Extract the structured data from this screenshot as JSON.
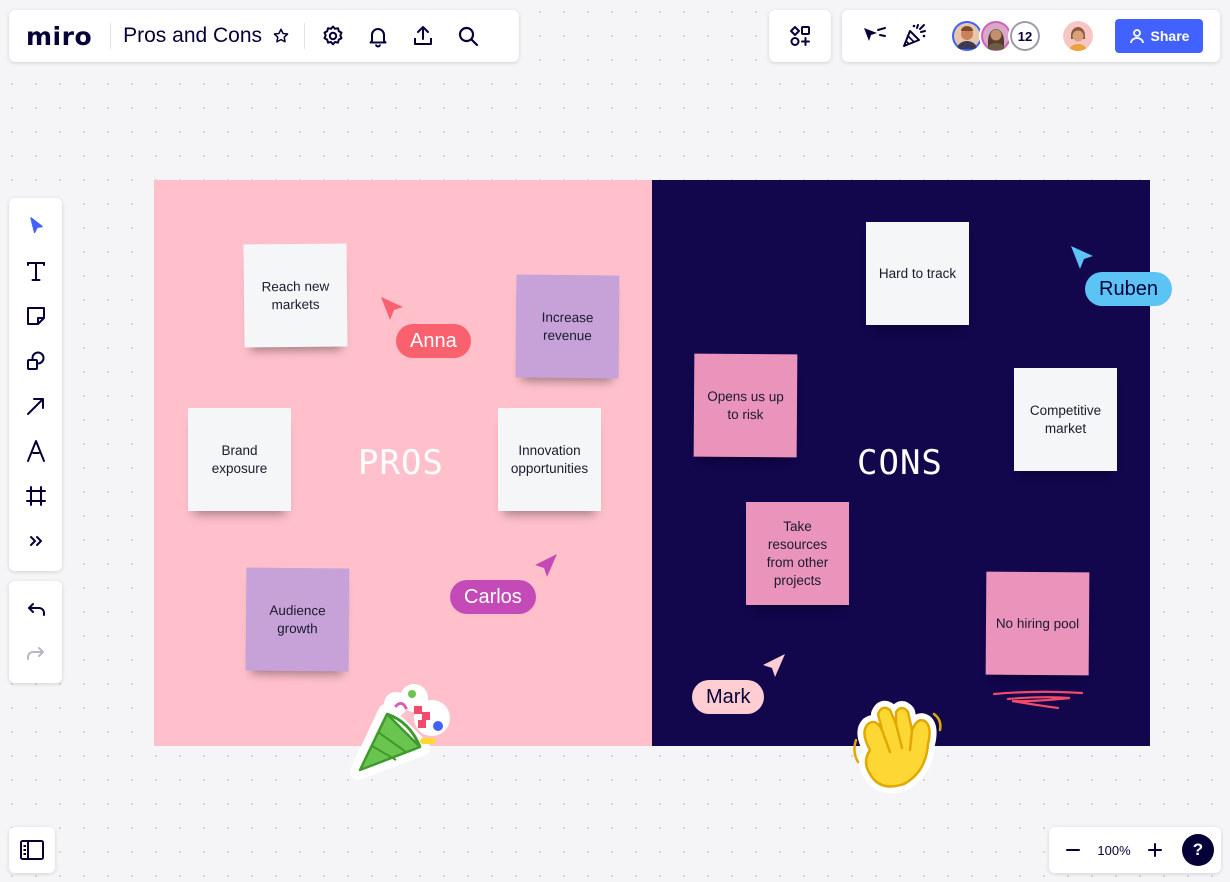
{
  "app": {
    "logo": "miro",
    "board_title": "Pros and Cons"
  },
  "toolbar": {
    "icons": [
      "star-icon",
      "settings-icon",
      "bell-icon",
      "upload-icon",
      "search-icon"
    ],
    "apps_icon": "apps-icon",
    "reactions_icons": [
      "cursor-arrow-icon",
      "confetti-icon"
    ],
    "collaborator_count": "12",
    "share_label": "Share"
  },
  "tools": [
    "select-tool",
    "text-tool",
    "sticky-note-tool",
    "shapes-tool",
    "arrow-tool",
    "pen-tool",
    "frame-tool",
    "more-tools"
  ],
  "zoom": {
    "level": "100%",
    "minus": "−",
    "plus": "+",
    "help": "?"
  },
  "board": {
    "pros": {
      "title": "PROS",
      "notes": [
        "Reach new markets",
        "Increase revenue",
        "Brand exposure",
        "Innovation opportunities",
        "Audience growth"
      ]
    },
    "cons": {
      "title": "CONS",
      "notes": [
        "Hard to track",
        "Opens us up to risk",
        "Competitive market",
        "Take resources from other projects",
        "No hiring pool"
      ]
    }
  },
  "cursors": [
    {
      "name": "Anna",
      "color": "#f9616e"
    },
    {
      "name": "Carlos",
      "color": "#c44ab8"
    },
    {
      "name": "Ruben",
      "color": "#5cc3f5"
    },
    {
      "name": "Mark",
      "color": "#ffcdd2"
    }
  ],
  "colors": {
    "accent": "#4262ff",
    "pros_bg": "#ffc0cb",
    "cons_bg": "#12064d"
  }
}
